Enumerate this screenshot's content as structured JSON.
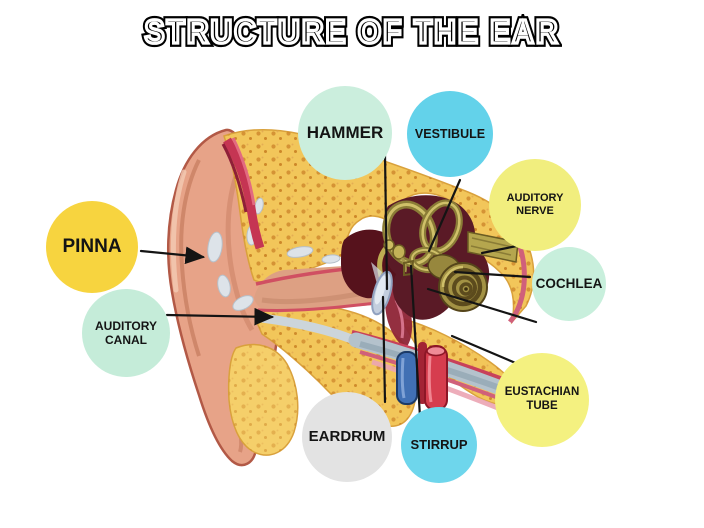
{
  "title": "STRUCTURE OF THE EAR",
  "figure": "anatomical cross-section drawing of the human ear",
  "labels": {
    "pinna": {
      "text": "PINNA",
      "color": "#f7d43f"
    },
    "auditory_canal": {
      "line1": "AUDITORY",
      "line2": "CANAL",
      "color": "#c5ecd9"
    },
    "hammer": {
      "text": "HAMMER",
      "color": "#cbeedd"
    },
    "vestibule": {
      "text": "VESTIBULE",
      "color": "#63d2ea"
    },
    "auditory_nerve": {
      "text": "AUDITORY NERVE",
      "color": "#f1ee7e"
    },
    "cochlea": {
      "text": "COCHLEA",
      "color": "#c8efdc"
    },
    "eardrum": {
      "text": "EARDRUM",
      "color": "#e3e3e3"
    },
    "stirrup": {
      "text": "STIRRUP",
      "color": "#6ed6ec"
    },
    "eustachian_tube": {
      "line1": "EUSTACHIAN",
      "line2": "TUBE",
      "color": "#f4f180"
    }
  },
  "colors": {
    "background": "#ffffff",
    "title_text": "#000000",
    "label_text": "#141414",
    "leader_line": "#141414",
    "skin": "#e7a388",
    "skin_outline": "#b25946",
    "bone": "#f2c65a",
    "bone_speckle": "#d08a2e",
    "cartilage": "#dde3e9",
    "muscle_red": "#c53553",
    "inner_ear_olive": "#a39244",
    "cavity_maroon": "#5a1a26",
    "eardrum_membrane": "#c3cede",
    "eustachian_gray": "#b4c2cc",
    "vein_blue": "#4170b4",
    "artery_red": "#d63d4e"
  }
}
